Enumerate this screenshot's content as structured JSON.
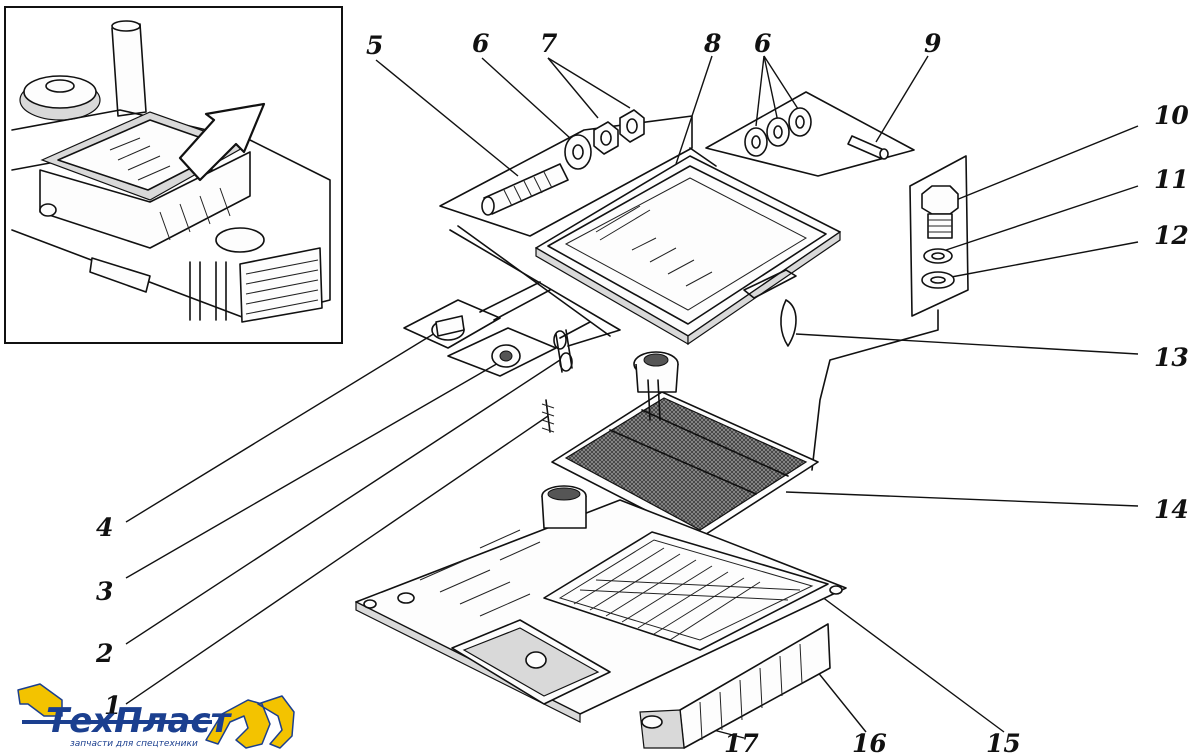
{
  "callouts": {
    "c1": "1",
    "c2": "2",
    "c3": "3",
    "c4": "4",
    "c5": "5",
    "c6a": "6",
    "c6b": "6",
    "c7": "7",
    "c8": "8",
    "c9": "9",
    "c10": "10",
    "c11": "11",
    "c12": "12",
    "c13": "13",
    "c14": "14",
    "c15": "15",
    "c16": "16",
    "c17": "17"
  },
  "logo": {
    "brand": "ТехПласт",
    "tagline": "запчасти для спецтехники"
  },
  "colors": {
    "line": "#111111",
    "logo_blue": "#1b3f8f",
    "logo_yellow": "#f3c300"
  }
}
